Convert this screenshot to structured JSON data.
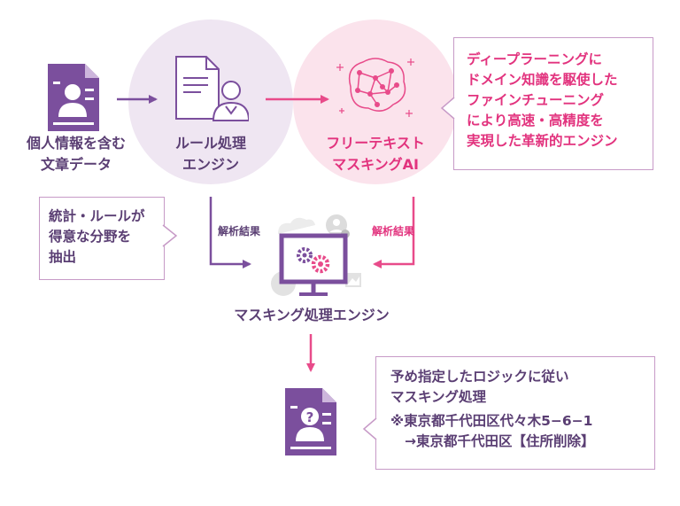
{
  "colors": {
    "purple": "#7b4f9d",
    "dark_purple": "#5a3e73",
    "pink": "#e84b8a",
    "magenta_text": "#e2337e",
    "circle_lilac": "#efe6f2",
    "circle_pink": "#fbe3ec",
    "gray_icon": "#dcdcdc"
  },
  "nodes": {
    "source": {
      "line1": "個人情報を含む",
      "line2": "文章データ",
      "icon": "document-person-icon"
    },
    "rule_engine": {
      "line1": "ルール処理",
      "line2": "エンジン",
      "icon": "document-operator-icon"
    },
    "free_text_ai": {
      "line1": "フリーテキスト",
      "line2": "マスキングAI",
      "icon": "neural-network-brain-icon"
    },
    "masking_engine": {
      "label": "マスキング処理エンジン",
      "icon": "monitor-gears-icon"
    },
    "output": {
      "icon": "document-unknown-person-icon"
    }
  },
  "callouts": {
    "ai": {
      "line1": "ディープラーニングに",
      "line2": "ドメイン知識を駆使した",
      "line3": "ファインチューニング",
      "line4": "により高速・高精度を",
      "line5": "実現した革新的エンジン"
    },
    "rule": {
      "line1": "統計・ルールが",
      "line2": "得意な分野を",
      "line3": "抽出"
    },
    "output": {
      "line1": "予め指定したロジックに従い",
      "line2": "マスキング処理",
      "line3": "※東京都千代田区代々木5−6−1",
      "line4": "→東京都千代田区【住所削除】"
    }
  },
  "edge_labels": {
    "left": "解析結果",
    "right": "解析結果"
  }
}
